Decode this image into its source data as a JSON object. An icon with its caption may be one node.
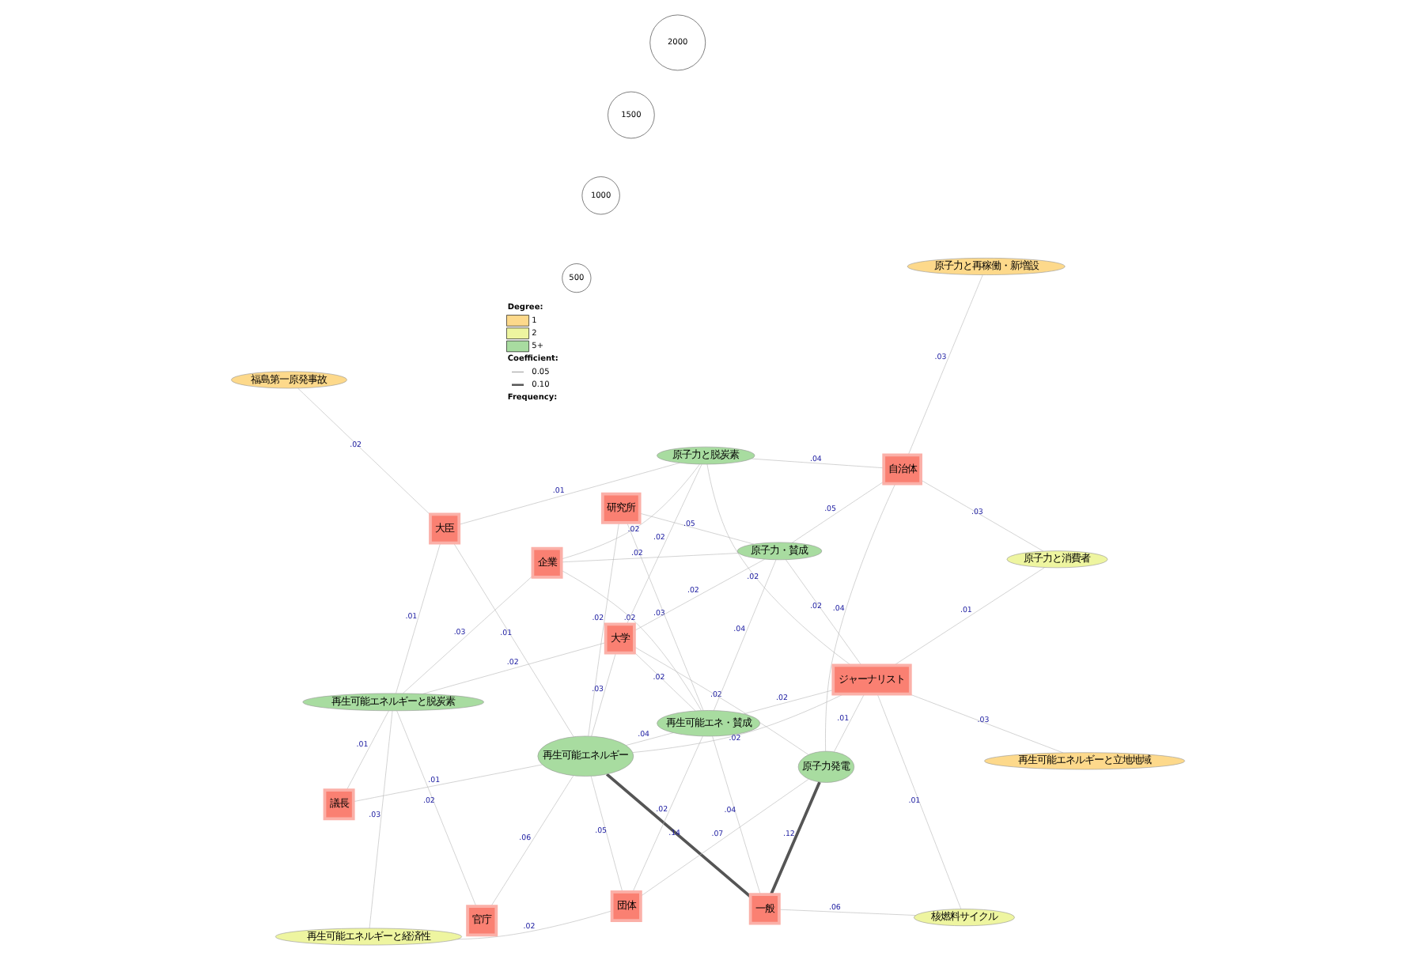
{
  "diagram": {
    "nodes": [
      {
        "text": [
          "核燃料サイクル"
        ]
      },
      {
        "text": [
          "一般"
        ]
      },
      {
        "text": [
          "官庁"
        ]
      },
      {
        "text": [
          "議長"
        ]
      },
      {
        "text": [
          "再生可能エネルギー"
        ]
      },
      {
        "text": [
          "再生可能エネルギーと経済性"
        ]
      },
      {
        "text": [
          "団体"
        ]
      },
      {
        "text": [
          "再生可能エネルギーと立地地域"
        ]
      },
      {
        "text": [
          "ジャーナリスト"
        ]
      },
      {
        "text": [
          "原子力発電"
        ]
      },
      {
        "text": [
          "再生可能エネ・賛成"
        ]
      },
      {
        "text": [
          "研究所"
        ]
      },
      {
        "text": [
          "再生可能エネルギーと脱炭素"
        ]
      },
      {
        "text": [
          "原子力・賛成"
        ]
      },
      {
        "text": [
          "原子力と消費者"
        ]
      },
      {
        "text": [
          "企業"
        ]
      },
      {
        "text": [
          "大学"
        ]
      },
      {
        "text": [
          "自治体"
        ]
      },
      {
        "text": [
          "原子力と脱炭素"
        ]
      },
      {
        "text": [
          "大臣"
        ]
      },
      {
        "text": [
          "原子力と再稼働・新増設"
        ]
      },
      {
        "text": [
          "福島第一原発事故"
        ]
      }
    ],
    "edges": [
      {
        "from": 0,
        "to": 1,
        "arrow": "none",
        "label": ".06"
      },
      {
        "from": 0,
        "to": 8,
        "arrow": "none",
        "label": ".01"
      },
      {
        "from": 1,
        "to": 4,
        "arrow": "none",
        "label": ".14",
        "style": "thick",
        "color": "#555555"
      },
      {
        "from": 1,
        "to": 9,
        "arrow": "none",
        "label": ".12",
        "style": "thick",
        "color": "#555555"
      },
      {
        "from": 1,
        "to": 10,
        "arrow": "none",
        "label": ".04"
      },
      {
        "from": 4,
        "to": 2,
        "arrow": "none",
        "label": ".06"
      },
      {
        "from": 3,
        "to": 4,
        "arrow": "none",
        "label": ".01"
      },
      {
        "from": 2,
        "to": 12,
        "arrow": "none",
        "label": ".02"
      },
      {
        "from": 3,
        "to": 12,
        "arrow": "none",
        "label": ".01"
      },
      {
        "from": 8,
        "to": 4,
        "arrow": "none",
        "label": ".02"
      },
      {
        "from": 4,
        "to": 6,
        "arrow": "none",
        "label": ".05"
      },
      {
        "from": 4,
        "to": 11,
        "arrow": "none",
        "label": ".02"
      },
      {
        "from": 4,
        "to": 16,
        "arrow": "none",
        "label": ".03"
      },
      {
        "from": 4,
        "to": 10,
        "arrow": "none",
        "label": ".04"
      },
      {
        "from": 5,
        "to": 6,
        "arrow": "none",
        "label": ".02"
      },
      {
        "from": 5,
        "to": 12,
        "arrow": "none",
        "label": ".03"
      },
      {
        "from": 6,
        "to": 9,
        "arrow": "none",
        "label": ".07"
      },
      {
        "from": 6,
        "to": 10,
        "arrow": "none",
        "label": ".02"
      },
      {
        "from": 10,
        "to": 11,
        "arrow": "none",
        "label": ".03"
      },
      {
        "from": 7,
        "to": 8,
        "arrow": "none",
        "label": ".03"
      },
      {
        "from": 8,
        "to": 9,
        "arrow": "none",
        "label": ".01"
      },
      {
        "from": 8,
        "to": 10,
        "arrow": "none",
        "label": ".02"
      },
      {
        "from": 8,
        "to": 13,
        "arrow": "none",
        "label": ".02"
      },
      {
        "from": 8,
        "to": 14,
        "arrow": "none",
        "label": ".01"
      },
      {
        "from": 8,
        "to": 18,
        "arrow": "none",
        "label": ".02"
      },
      {
        "from": 17,
        "to": 14,
        "arrow": "none",
        "label": ".03"
      },
      {
        "from": 17,
        "to": 20,
        "arrow": "none",
        "label": ".03"
      },
      {
        "from": 17,
        "to": 13,
        "arrow": "none",
        "label": ".05"
      },
      {
        "from": 17,
        "to": 18,
        "arrow": "none",
        "label": ".04"
      },
      {
        "from": 17,
        "to": 9,
        "arrow": "none",
        "label": ".04"
      },
      {
        "from": 18,
        "to": 16,
        "arrow": "none",
        "label": ".02"
      },
      {
        "from": 18,
        "to": 15,
        "arrow": "none",
        "label": ".02"
      },
      {
        "from": 18,
        "to": 19,
        "arrow": "none",
        "label": ".01"
      },
      {
        "from": 19,
        "to": 21,
        "arrow": "none",
        "label": ".02"
      },
      {
        "from": 19,
        "to": 12,
        "arrow": "none",
        "label": ".01"
      },
      {
        "from": 19,
        "to": 4,
        "arrow": "none",
        "label": ".01"
      },
      {
        "from": 15,
        "to": 12,
        "arrow": "none",
        "label": ".03"
      },
      {
        "from": 16,
        "to": 12,
        "arrow": "none",
        "label": ".02"
      },
      {
        "from": 13,
        "to": 16,
        "arrow": "none",
        "label": ".02"
      },
      {
        "from": 13,
        "to": 15,
        "arrow": "none",
        "label": ".02"
      },
      {
        "from": 13,
        "to": 10,
        "arrow": "none",
        "label": ".04"
      },
      {
        "from": 13,
        "to": 11,
        "arrow": "none",
        "label": ".05"
      },
      {
        "from": 9,
        "to": 16,
        "arrow": "none",
        "label": ".02"
      },
      {
        "from": 10,
        "to": 16,
        "arrow": "none",
        "label": ".02"
      },
      {
        "from": 10,
        "to": 15,
        "arrow": "none",
        "label": ".02"
      }
    ],
    "labels": [
      "Degree:",
      "Coefficient:",
      "Frequency:"
    ],
    "legend": [
      {
        "text": "1",
        "color": "#fdd98b"
      },
      {
        "text": "2",
        "color": "#eef5a0"
      },
      {
        "text": "5+",
        "color": "#a8dca0"
      },
      {
        "text": "0.05"
      },
      {
        "text": "0.10"
      },
      {
        "text": "500"
      },
      {
        "text": "1000"
      },
      {
        "text": "1500"
      },
      {
        "text": "2000"
      }
    ]
  }
}
